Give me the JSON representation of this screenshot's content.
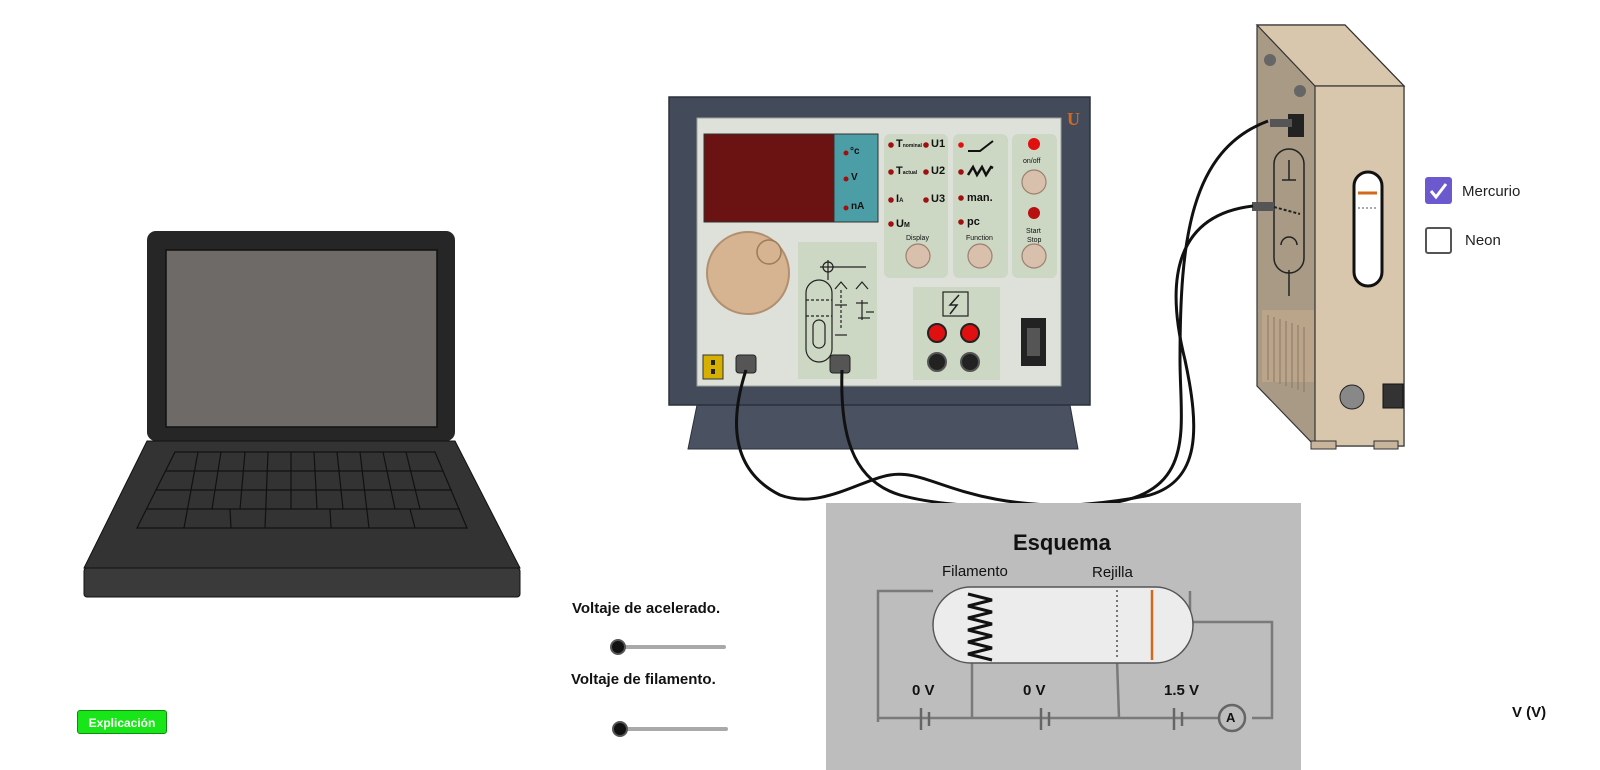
{
  "controls": {
    "gas_options": [
      {
        "label": "Mercurio",
        "checked": true
      },
      {
        "label": "Neon",
        "checked": false
      }
    ],
    "slider_accel_label": "Voltaje de acelerado.",
    "slider_accel_value": 0,
    "slider_filament_label": "Voltaje de filamento.",
    "slider_filament_value": 0,
    "explain_button_label": "Explicación",
    "axis_label": "V (V)"
  },
  "schema": {
    "title": "Esquema",
    "label_filament": "Filamento",
    "label_grid": "Rejilla",
    "voltage_1": "0 V",
    "voltage_2": "0 V",
    "voltage_3": "1.5 V",
    "ammeter_symbol": "A"
  },
  "device_panel": {
    "brand_logo": "U",
    "display_units": [
      "°c",
      "V",
      "nA"
    ],
    "col1": [
      "T",
      "T",
      "I",
      "U"
    ],
    "col1_sub": [
      "nominal",
      "actual",
      "A",
      "M"
    ],
    "col1_footer": "Display",
    "col2": [
      "U1",
      "U2",
      "U3"
    ],
    "col3": [
      "man.",
      "pc"
    ],
    "col3_footer": "Function",
    "power_label": "on/off",
    "startstop_label_1": "Start",
    "startstop_label_2": "Stop"
  },
  "colors": {
    "checkbox_accent": "#6a5acd",
    "explain_button": "#19e619",
    "display_red": "#6b1212",
    "panel_frame": "#3f4756",
    "panel_face": "#dde1d9",
    "module_green": "#cdd8c4",
    "tube_box": "#d8c6ad"
  },
  "icons": [
    "laptop-icon",
    "check-icon",
    "ammeter-icon",
    "battery-icon",
    "lightning-icon",
    "serial-port-icon"
  ]
}
